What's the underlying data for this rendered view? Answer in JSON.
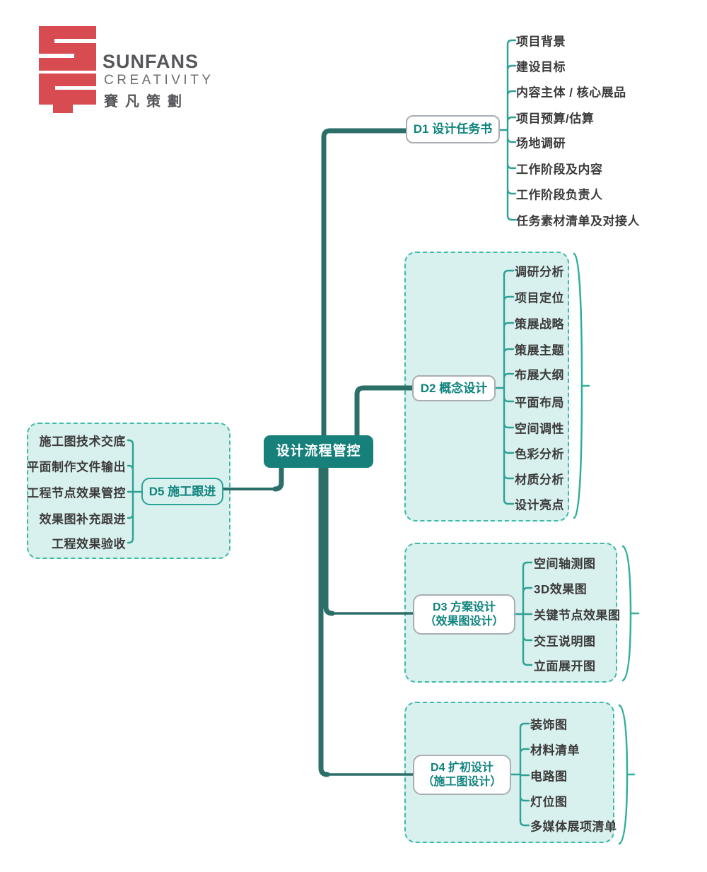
{
  "logo": {
    "brand": "SUNFANS",
    "subtitle": "CREATIVITY",
    "chinese": "賽凡策劃"
  },
  "root": {
    "label": "设计流程管控"
  },
  "branches": {
    "d1": {
      "label": "D1 设计任务书",
      "leaves": [
        "项目背景",
        "建设目标",
        "内容主体 / 核心展品",
        "项目预算/估算",
        "场地调研",
        "工作阶段及内容",
        "工作阶段负责人",
        "任务素材清单及对接人"
      ]
    },
    "d2": {
      "label": "D2 概念设计",
      "leaves": [
        "调研分析",
        "项目定位",
        "策展战略",
        "策展主题",
        "布展大纲",
        "平面布局",
        "空间调性",
        "色彩分析",
        "材质分析",
        "设计亮点"
      ]
    },
    "d3": {
      "label": "D3 方案设计",
      "label2": "（效果图设计）",
      "leaves": [
        "空间轴测图",
        "3D效果图",
        "关键节点效果图",
        "交互说明图",
        "立面展开图"
      ]
    },
    "d4": {
      "label": "D4 扩初设计",
      "label2": "（施工图设计）",
      "leaves": [
        "装饰图",
        "材料清单",
        "电路图",
        "灯位图",
        "多媒体展项清单"
      ]
    },
    "d5": {
      "label": "D5 施工跟进",
      "leaves": [
        "施工图技术交底",
        "平面制作文件输出",
        "工程节点效果管控",
        "效果图补充跟进",
        "工程效果验收"
      ]
    }
  },
  "colors": {
    "root_fill": "#17807a",
    "trunk": "#2b6f68",
    "branch_line": "#2ea195",
    "panel_fill": "#d9f1ee",
    "panel_dash": "#3dbaa9",
    "bracket": "#30af9e",
    "node_text": "#0e837d",
    "node_border_gray": "#a8aeb3",
    "leaf_text": "#3b3b3b",
    "logo_red": "#d84b50",
    "logo_gray": "#56575a"
  }
}
